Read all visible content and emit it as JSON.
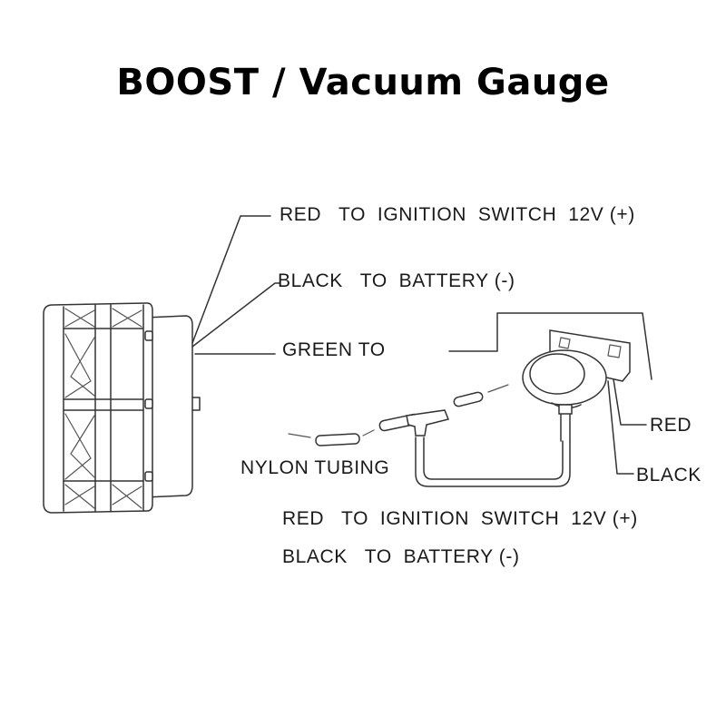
{
  "title": "BOOST / Vacuum Gauge",
  "labels": {
    "red_ignition_top": "RED   TO  IGNITION  SWITCH  12V (+)",
    "black_battery_top": "BLACK   TO  BATTERY (-)",
    "green_to": "GREEN TO",
    "red_sender": "RED",
    "black_sender": "BLACK",
    "nylon_tubing": "NYLON TUBING",
    "red_ignition_bottom": "RED   TO  IGNITION  SWITCH  12V (+)",
    "black_battery_bottom": "BLACK   TO  BATTERY (-)"
  },
  "colors": {
    "line": "#333333",
    "text": "#1a1a1a"
  }
}
